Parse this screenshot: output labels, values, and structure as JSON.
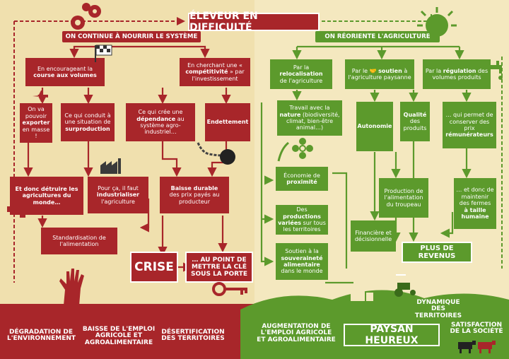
{
  "title": "ÉLEVEUR EN DIFFICULTÉ",
  "left_band": "ON CONTINUE À NOURRIR LE SYSTÈME",
  "right_band": "ON RÉORIENTE L'AGRICULTURE",
  "left_boxes": {
    "volumes_pre": "En encourageant la",
    "volumes_bold": "course aux volumes",
    "competitivite_pre": "En cherchant une «",
    "competitivite_bold": "compétitivité",
    "competitivite_post": "» par l'investissement",
    "exporter_pre": "On va pouvoir",
    "exporter_bold": "exporter",
    "exporter_post": "en masse !",
    "surproduction_pre": "Ce qui conduit à une situation de",
    "surproduction_bold": "surproduction",
    "dependance_pre": "Ce qui crée une",
    "dependance_bold": "dépendance",
    "dependance_post": "au système agro-industriel…",
    "endettement": "Endettement",
    "detruire_bold": "Et donc détruire les agricultures du monde…",
    "industrialiser_pre": "Pour ça, il faut",
    "industrialiser_bold": "industrialiser",
    "industrialiser_post": "l'agriculture",
    "baisse_bold": "Baisse durable",
    "baisse_post": "des prix payés au producteur",
    "standardisation": "Standardisation de l'alimentation",
    "crise": "CRISE",
    "cle": "… AU POINT DE METTRE LA CLÉ SOUS LA PORTE"
  },
  "right_boxes": {
    "relocalisation_pre": "Par la",
    "relocalisation_bold": "relocalisation",
    "relocalisation_post": "de l'agriculture",
    "soutien_pre": "Par le",
    "soutien_bold": "soutien",
    "soutien_mid": "à",
    "soutien_post": "l'agriculture paysanne",
    "regulation_pre": "Par la",
    "regulation_bold": "régulation",
    "regulation_post": "des volumes produits",
    "nature_pre": "Travail avec la",
    "nature_bold": "nature",
    "nature_post": "(biodiversité, climat, bien-être animal…)",
    "autonomie": "Autonomie",
    "qualite_bold": "Qualité",
    "qualite_post": "des produits",
    "remunerateurs_pre": "… qui permet de conserver des prix",
    "remunerateurs_bold": "rémunérateurs",
    "economie_pre": "Économie de",
    "economie_bold": "proximité",
    "productions_pre": "Des",
    "productions_bold": "productions variées",
    "productions_post": "sur tous les territoires",
    "troupeau": "Production de l'alimentation du troupeau",
    "fermes_pre": "… et donc de maintenir des fermes",
    "fermes_bold": "à taille humaine",
    "souverainete_pre": "Soutien à la",
    "souverainete_bold": "souveraineté alimentaire",
    "souverainete_post": "dans le monde",
    "financiere": "Financière et décisionnelle",
    "revenus": "PLUS DE REVENUS"
  },
  "footer": {
    "degradation": "DÉGRADATION DE L'ENVIRONNEMENT",
    "emploi_baisse": "BAISSE DE L'EMPLOI AGRICOLE ET AGROALIMENTAIRE",
    "desertification": "DÉSERTIFICATION DES TERRITOIRES",
    "emploi_hausse": "AUGMENTATION DE L'EMPLOI AGRICOLE ET AGROALIMENTAIRE",
    "paysan": "PAYSAN HEUREUX",
    "dynamique": "DYNAMIQUE DES TERRITOIRES",
    "satisfaction": "SATISFACTION DE LA SOCIÉTÉ"
  },
  "colors": {
    "red": "#a8262a",
    "green": "#5c9a2c",
    "cream": "#f2e4b4"
  },
  "icons": [
    "tractor-gears-icon",
    "checkered-flag-icon",
    "airplane-icon",
    "factory-icon",
    "ball-and-chain-icon",
    "drowning-hand-icon",
    "key-icon",
    "handshake-icon",
    "cow-icon",
    "flower-icon",
    "tap-icon",
    "mirror-ball-icon",
    "house-icon",
    "tractor-icon"
  ]
}
